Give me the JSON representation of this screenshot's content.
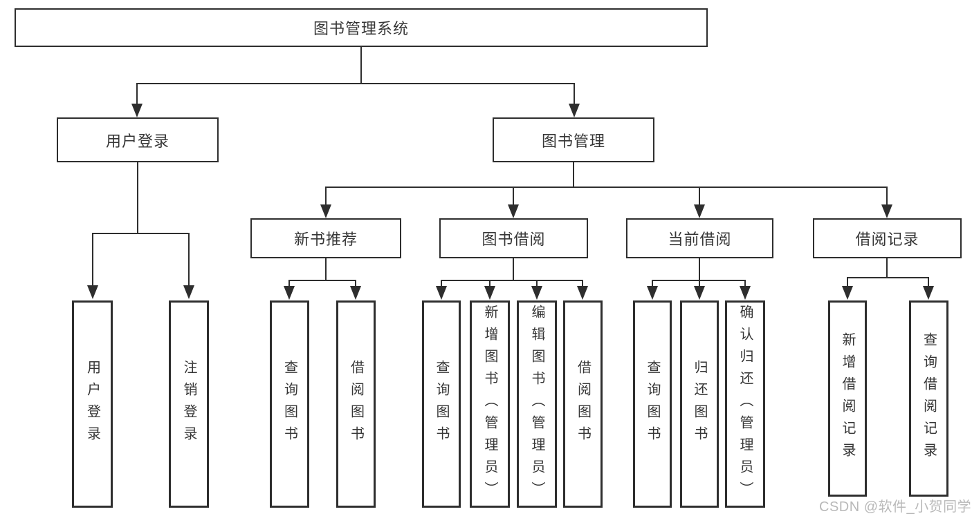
{
  "diagram": {
    "title": "图书管理系统",
    "level2": {
      "user_login": "用户登录",
      "book_management": "图书管理"
    },
    "level3": {
      "new_book": "新书推荐",
      "book_borrow": "图书借阅",
      "current_borrow": "当前借阅",
      "borrow_records": "借阅记录"
    },
    "leaves": {
      "user_login": [
        "用户登录",
        "注销登录"
      ],
      "new_book": [
        "查询图书",
        "借阅图书"
      ],
      "book_borrow": [
        "查询图书",
        "新增图书（管理员）",
        "编辑图书（管理员）",
        "借阅图书"
      ],
      "current_borrow": [
        "查询图书",
        "归还图书",
        "确认归还（管理员）"
      ],
      "borrow_records": [
        "新增借阅记录",
        "查询借阅记录"
      ]
    },
    "watermark": "CSDN @软件_小贺同学",
    "colors": {
      "line": "#2e2e2e",
      "text": "#363636",
      "box_background": "#ffffff",
      "watermark": "#b9b9b9"
    }
  }
}
